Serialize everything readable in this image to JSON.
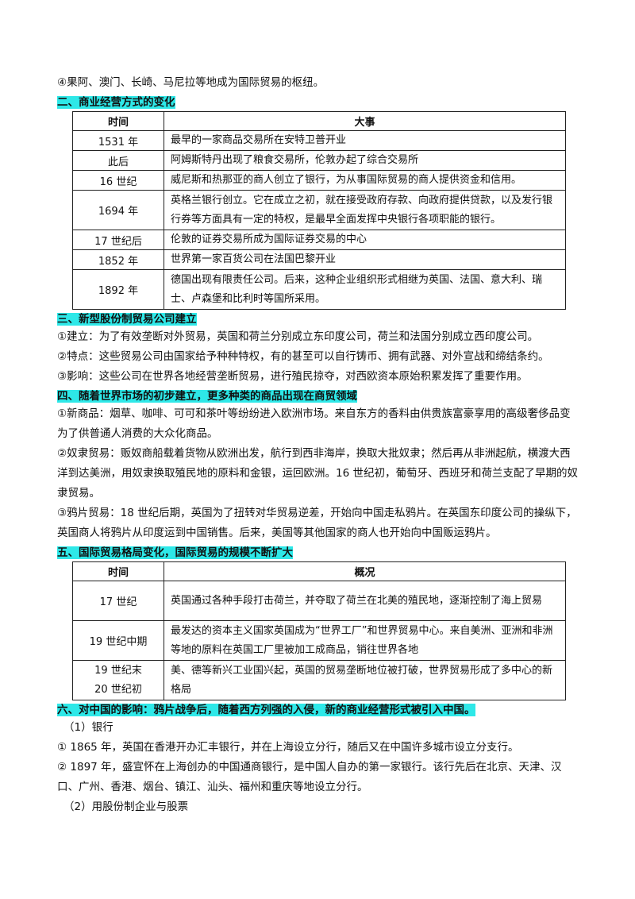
{
  "p_intro": "④果阿、澳门、长崎、马尼拉等地成为国际贸易的枢纽。",
  "h2": "二、商业经营方式的变化",
  "table1": {
    "headers": [
      "时间",
      "大事"
    ],
    "rows": [
      [
        "1531 年",
        "最早的一家商品交易所在安特卫普开业"
      ],
      [
        "此后",
        "阿姆斯特丹出现了粮食交易所，伦敦办起了综合交易所"
      ],
      [
        "16 世纪",
        "威尼斯和热那亚的商人创立了银行，为从事国际贸易的商人提供资金和信用。"
      ],
      [
        "1694 年",
        "英格兰银行创立。它在成立之初，就在接受政府存款、向政府提供贷款，以及发行银行券等方面具有一定的特权，是最早全面发挥中央银行各项职能的银行。"
      ],
      [
        "17 世纪后",
        "伦敦的证券交易所成为国际证券交易的中心"
      ],
      [
        "1852 年",
        "世界第一家百货公司在法国巴黎开业"
      ],
      [
        "1892 年",
        "德国出现有限责任公司。后来，这种企业组织形式相继为英国、法国、意大利、瑞士、卢森堡和比利时等国所采用。"
      ]
    ]
  },
  "h3": "三、新型股份制贸易公司建立",
  "s3": [
    "①建立：为了有效垄断对外贸易，英国和荷兰分别成立东印度公司，荷兰和法国分别成立西印度公司。",
    "②特点：这些贸易公司由国家给予种种特权，有的甚至可以自行铸币、拥有武器、对外宣战和缔结条约。",
    "③影响：这些公司在世界各地经营垄断贸易，进行殖民掠夺，对西欧资本原始积累发挥了重要作用。"
  ],
  "h4": "四、随着世界市场的初步建立，更多种类的商品出现在商贸领域",
  "s4": [
    "①新商品：烟草、咖啡、可可和茶叶等纷纷进入欧洲市场。来自东方的香料由供贵族富豪享用的高级奢侈品变为了供普通人消费的大众化商品。",
    "②奴隶贸易：贩奴商船载着货物从欧洲出发，航行到西非海岸，换取大批奴隶；然后再从非洲起航，横渡大西洋到达美洲，用奴隶换取殖民地的原料和金银，运回欧洲。16 世纪初，葡萄牙、西班牙和荷兰支配了早期的奴隶贸易。",
    "③鸦片贸易：18 世纪后期，英国为了扭转对华贸易逆差，开始向中国走私鸦片。在英国东印度公司的操纵下，英国商人将鸦片从印度运到中国销售。后来，美国等其他国家的商人也开始向中国贩运鸦片。"
  ],
  "h5": "五、国际贸易格局变化，国际贸易的规模不断扩大",
  "table2": {
    "headers": [
      "时间",
      "概况"
    ],
    "rows": [
      [
        "17 世纪",
        "英国通过各种手段打击荷兰，并夺取了荷兰在北美的殖民地，逐渐控制了海上贸易"
      ],
      [
        "19 世纪中期",
        "最发达的资本主义国家英国成为“世界工厂”和世界贸易中心。来自美洲、亚洲和非洲等地的原料在英国工厂里被加工成商品，销往世界各地"
      ],
      [
        "19 世纪末",
        "美、德等新兴工业国兴起，英国的贸易垄断地位被打破，世界贸易形成了多中心的新格局"
      ]
    ],
    "row3_time_line2": "20 世纪初"
  },
  "h6": "六、对中国的影响：鸦片战争后，随着西方列强的入侵，新的商业经营形式被引入中国。",
  "s6_sub1": "（1）银行",
  "s6": [
    "① 1865 年，英国在香港开办汇丰银行，并在上海设立分行，随后又在中国许多城市设立分支行。",
    "② 1897 年，盛宣怀在上海创办的中国通商银行，是中国人自办的第一家银行。该行先后在北京、天津、汉口、广州、香港、烟台、镇江、汕头、福州和重庆等地设立分行。"
  ],
  "s6_sub2": "（2）用股份制企业与股票",
  "colors": {
    "highlight": "#2ee8e8"
  }
}
